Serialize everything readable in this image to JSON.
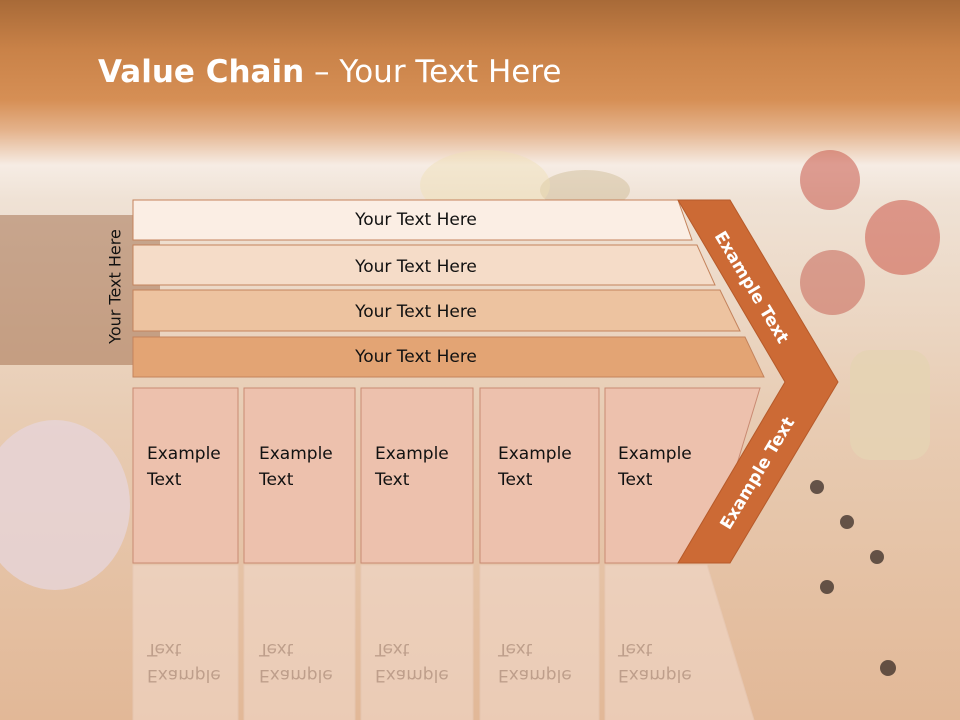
{
  "slide": {
    "title_bold": "Value Chain",
    "title_rest": " – Your Text Here",
    "side_label": "Your Text Here"
  },
  "bars": [
    {
      "label": "Your Text Here",
      "fill": "#fbeee4"
    },
    {
      "label": "Your Text Here",
      "fill": "#f5dcc8"
    },
    {
      "label": "Your Text Here",
      "fill": "#edc3a0"
    },
    {
      "label": "Your Text Here",
      "fill": "#e3a474"
    }
  ],
  "boxes": [
    {
      "line1": "Example",
      "line2": "Text"
    },
    {
      "line1": "Example",
      "line2": "Text"
    },
    {
      "line1": "Example",
      "line2": "Text"
    },
    {
      "line1": "Example",
      "line2": "Text"
    },
    {
      "line1": "Example",
      "line2": "Text"
    }
  ],
  "arrow": {
    "upper_text": "Example Text",
    "lower_text": "Example Text",
    "fill": "#cc6a35"
  },
  "colors": {
    "box_fill": "#edc1ad",
    "box_stroke": "#c98a72",
    "bar_stroke": "#c4835c"
  }
}
